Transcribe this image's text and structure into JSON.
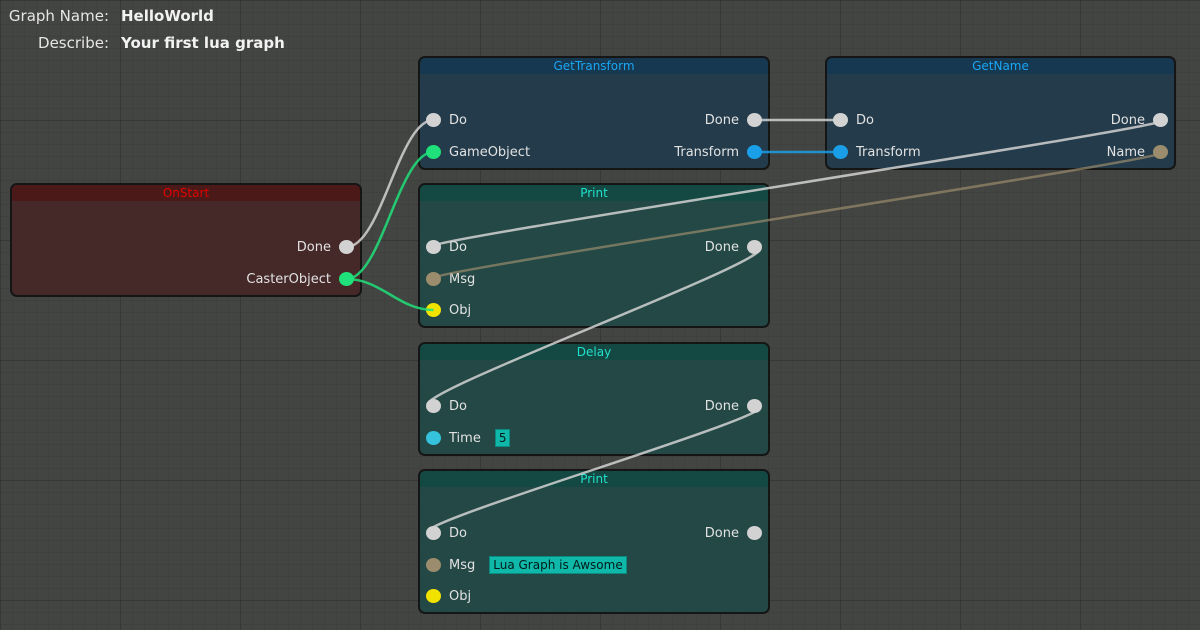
{
  "graph": {
    "name_label": "Graph Name:",
    "name": "HelloWorld",
    "describe_label": "Describe:",
    "describe": "Your first lua graph"
  },
  "colors": {
    "exec": "#d2d2d2",
    "gameobject": "#1fe07a",
    "transform": "#1a9ee8",
    "string": "#9a8c6c",
    "object": "#f2e200",
    "number": "#34c2dc"
  },
  "nodes": [
    {
      "id": "onstart",
      "title": "OnStart",
      "theme": "red",
      "inputs": [],
      "outputs": [
        {
          "label": "Done",
          "type": "exec"
        },
        {
          "label": "CasterObject",
          "type": "gameobject"
        }
      ]
    },
    {
      "id": "gettransform",
      "title": "GetTransform",
      "theme": "blue",
      "inputs": [
        {
          "label": "Do",
          "type": "exec"
        },
        {
          "label": "GameObject",
          "type": "gameobject"
        }
      ],
      "outputs": [
        {
          "label": "Done",
          "type": "exec"
        },
        {
          "label": "Transform",
          "type": "transform"
        }
      ]
    },
    {
      "id": "getname",
      "title": "GetName",
      "theme": "blue",
      "inputs": [
        {
          "label": "Do",
          "type": "exec"
        },
        {
          "label": "Transform",
          "type": "transform"
        }
      ],
      "outputs": [
        {
          "label": "Done",
          "type": "exec"
        },
        {
          "label": "Name",
          "type": "string"
        }
      ]
    },
    {
      "id": "print1",
      "title": "Print",
      "theme": "teal",
      "inputs": [
        {
          "label": "Do",
          "type": "exec"
        },
        {
          "label": "Msg",
          "type": "string"
        },
        {
          "label": "Obj",
          "type": "object"
        }
      ],
      "outputs": [
        {
          "label": "Done",
          "type": "exec"
        }
      ]
    },
    {
      "id": "delay",
      "title": "Delay",
      "theme": "teal",
      "inputs": [
        {
          "label": "Do",
          "type": "exec"
        },
        {
          "label": "Time",
          "type": "number",
          "value": "5"
        }
      ],
      "outputs": [
        {
          "label": "Done",
          "type": "exec"
        }
      ]
    },
    {
      "id": "print2",
      "title": "Print",
      "theme": "teal",
      "inputs": [
        {
          "label": "Do",
          "type": "exec"
        },
        {
          "label": "Msg",
          "type": "string",
          "value": "Lua Graph is Awsome"
        },
        {
          "label": "Obj",
          "type": "object"
        }
      ],
      "outputs": [
        {
          "label": "Done",
          "type": "exec"
        }
      ]
    }
  ],
  "links": [
    {
      "from": "onstart.out.0",
      "to": "gettransform.in.0",
      "type": "exec"
    },
    {
      "from": "onstart.out.1",
      "to": "gettransform.in.1",
      "type": "gameobject"
    },
    {
      "from": "onstart.out.1",
      "to": "print1.in.2",
      "type": "gameobject"
    },
    {
      "from": "gettransform.out.0",
      "to": "getname.in.0",
      "type": "exec"
    },
    {
      "from": "gettransform.out.1",
      "to": "getname.in.1",
      "type": "transform"
    },
    {
      "from": "getname.out.0",
      "to": "print1.in.0",
      "type": "exec"
    },
    {
      "from": "getname.out.1",
      "to": "print1.in.1",
      "type": "string"
    },
    {
      "from": "print1.out.0",
      "to": "delay.in.0",
      "type": "exec"
    },
    {
      "from": "delay.out.0",
      "to": "print2.in.0",
      "type": "exec"
    }
  ]
}
